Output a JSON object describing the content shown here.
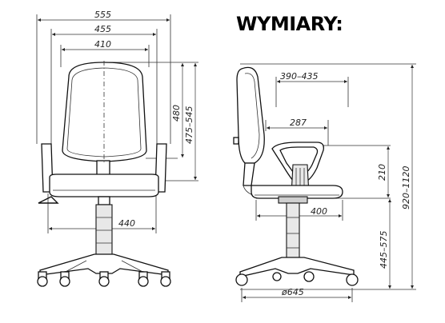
{
  "title": "WYMIARY:",
  "front_view": {
    "dims": {
      "overall_width": "555",
      "armrest_width": "455",
      "backrest_width": "410",
      "backrest_height": "480",
      "back_adjust_height": "475–545",
      "seat_width": "440"
    }
  },
  "side_view": {
    "dims": {
      "back_depth_adjust": "390–435",
      "seat_to_armrest_depth": "287",
      "armrest_height": "210",
      "seat_depth": "400",
      "overall_height": "920–1120",
      "seat_height": "445–575",
      "base_diameter": "ø645"
    }
  }
}
